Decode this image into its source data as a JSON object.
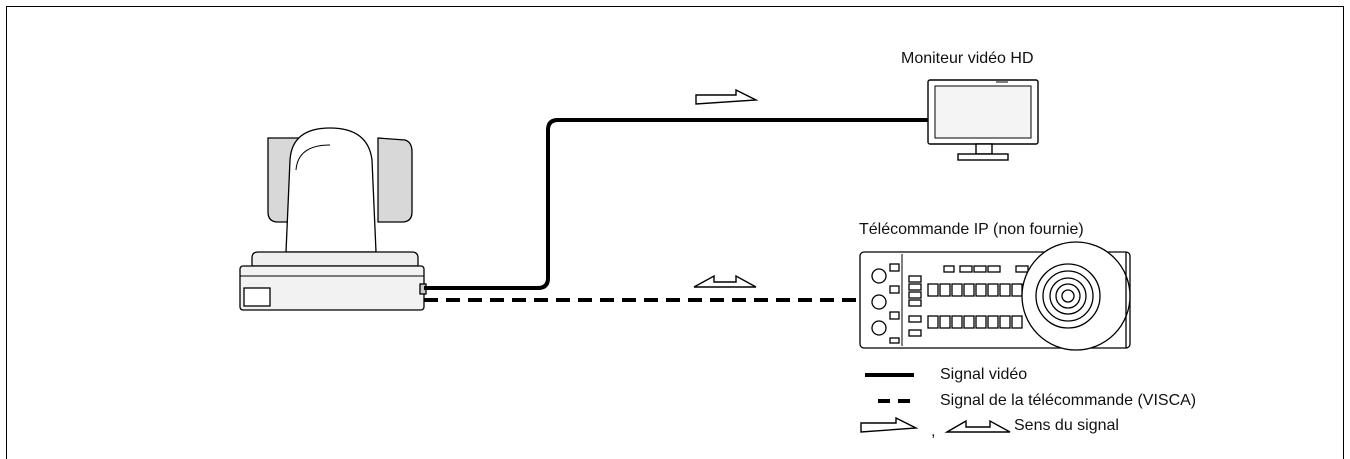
{
  "devices": {
    "monitor_label": "Moniteur vidéo HD",
    "remote_label": "Télécommande IP (non fournie)"
  },
  "legend": {
    "video_signal": "Signal vidéo",
    "remote_signal": "Signal de la télécommande (VISCA)",
    "separator": ",",
    "direction": "Sens du signal"
  }
}
